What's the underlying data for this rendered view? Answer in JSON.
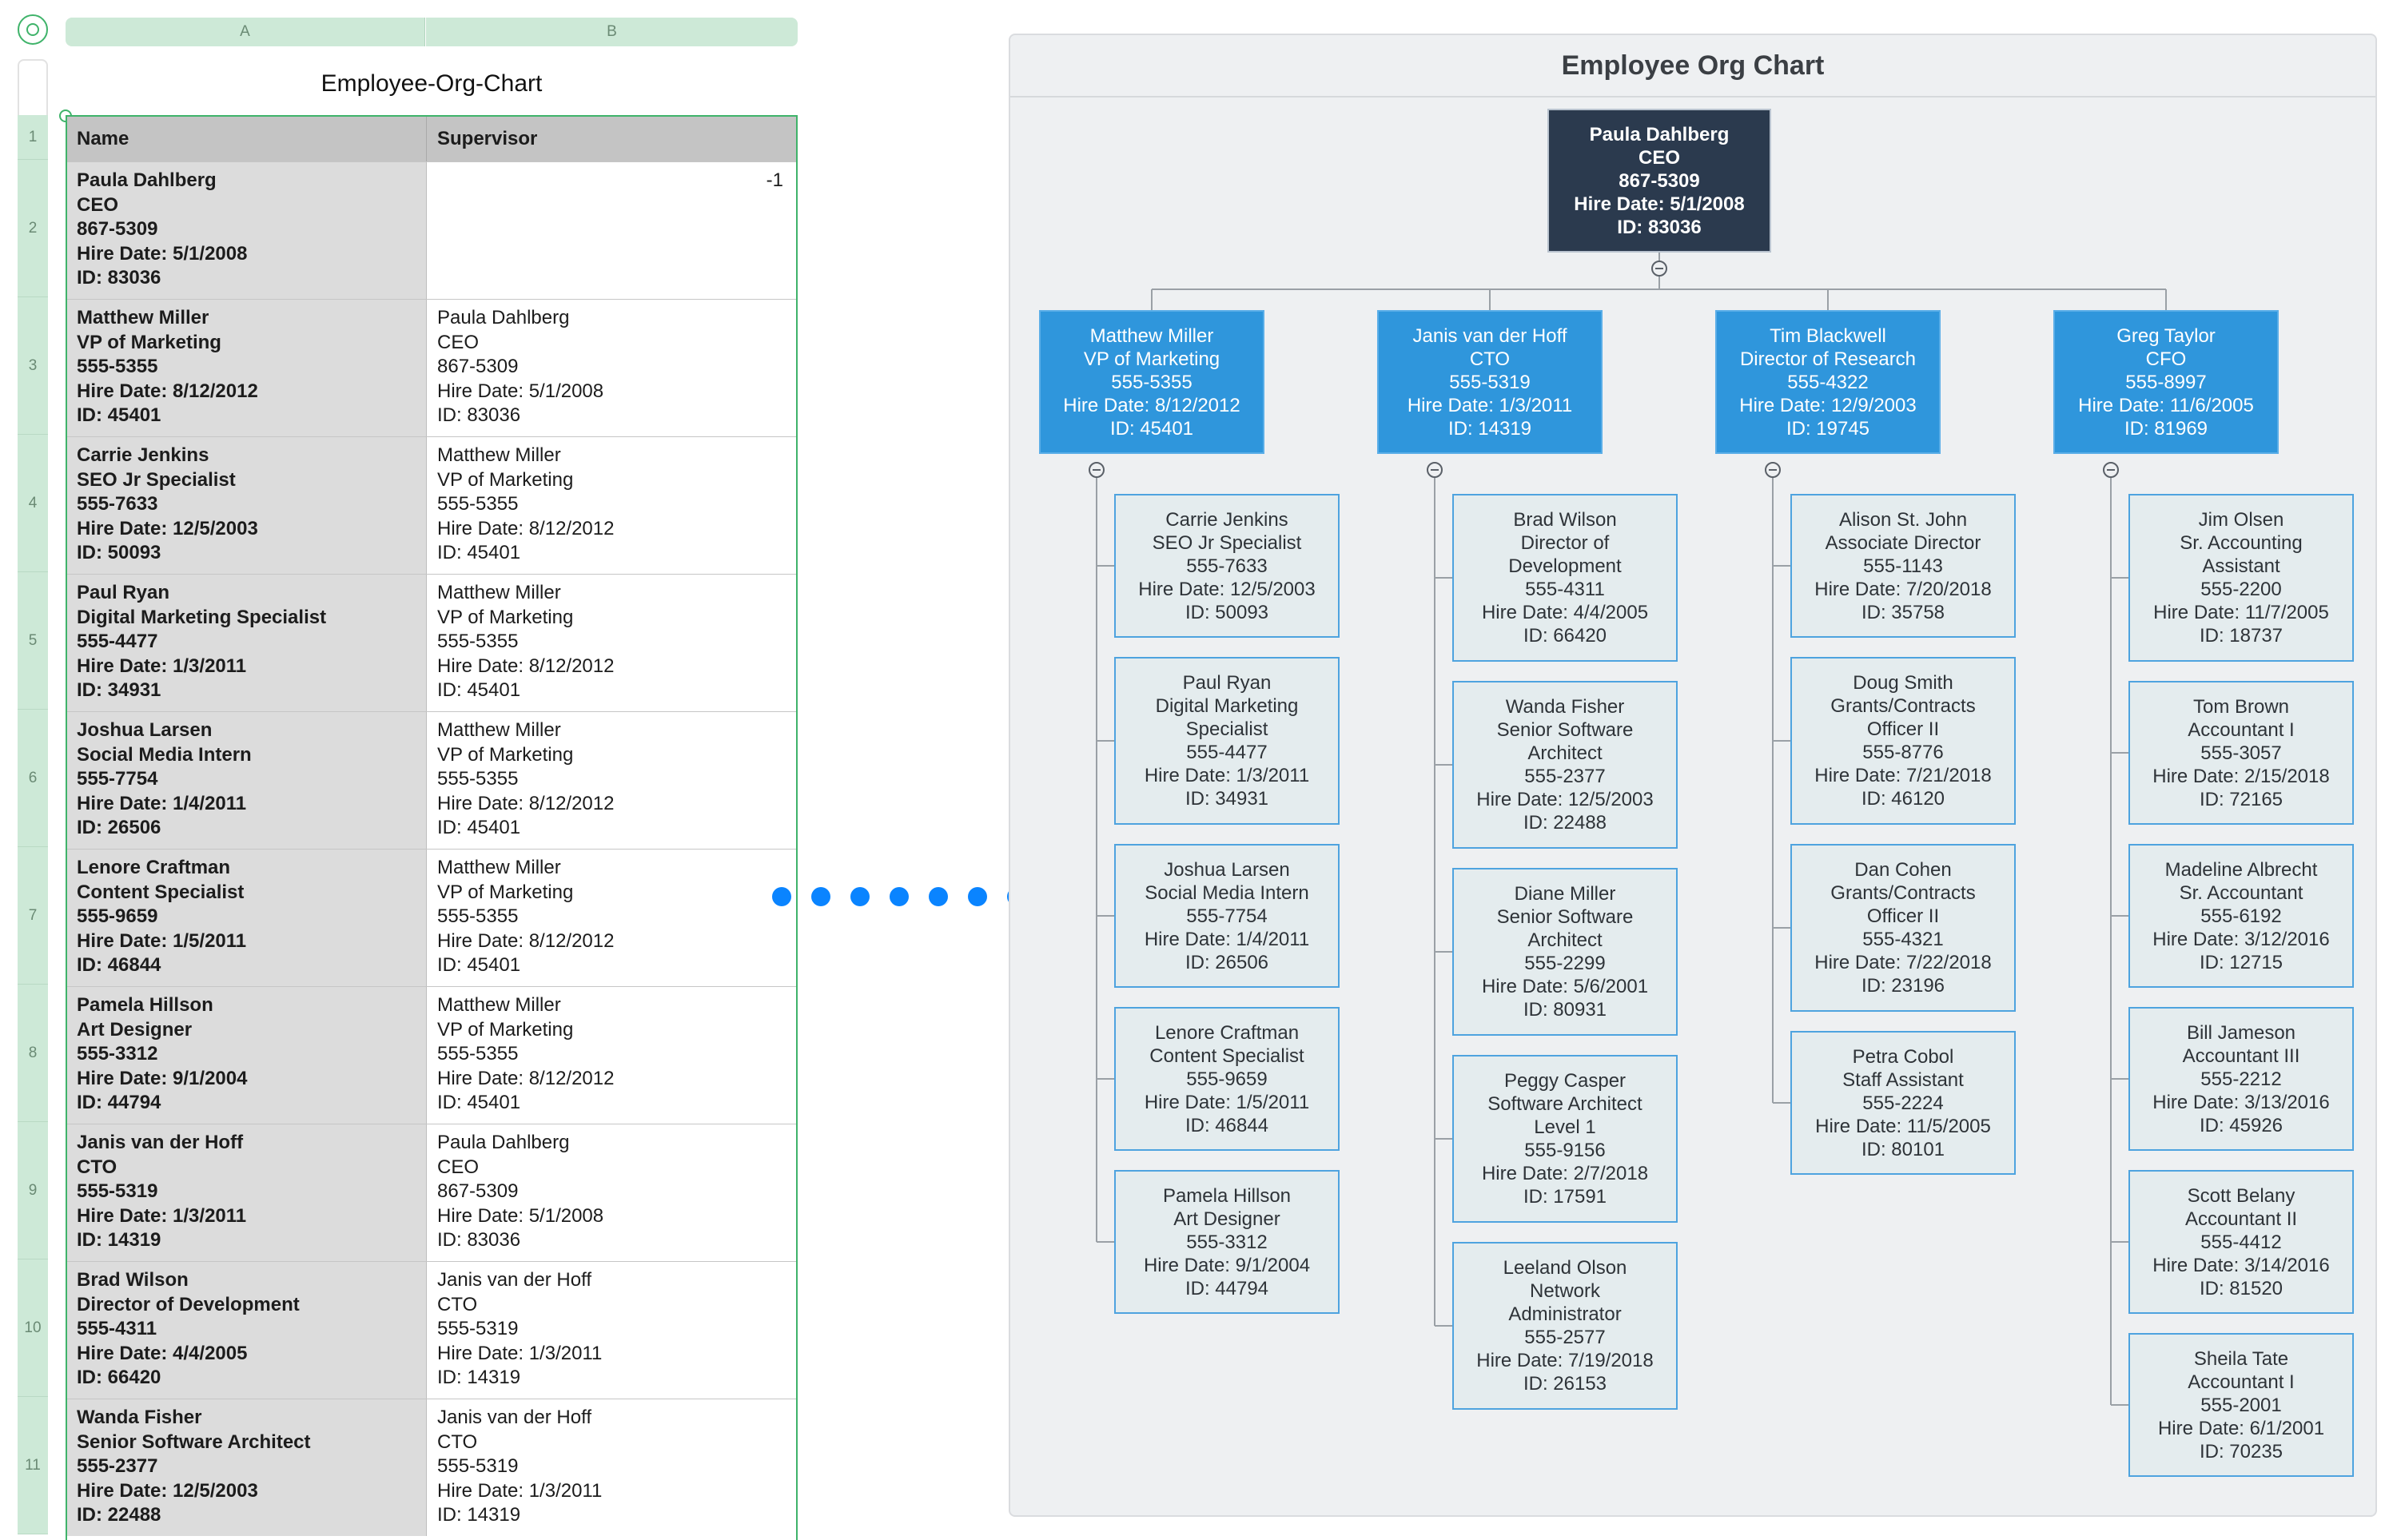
{
  "sheet": {
    "title": "Employee-Org-Chart",
    "column_headers": [
      "A",
      "B"
    ],
    "table_headers": [
      "Name",
      "Supervisor"
    ],
    "row_numbers": [
      "1",
      "2",
      "3",
      "4",
      "5",
      "6",
      "7",
      "8",
      "9",
      "10",
      "11"
    ],
    "rows": [
      {
        "name": [
          "Paula Dahlberg",
          "CEO",
          "867-5309",
          "Hire Date: 5/1/2008",
          "ID: 83036"
        ],
        "supervisor": [
          "-1"
        ]
      },
      {
        "name": [
          "Matthew Miller",
          "VP of Marketing",
          "555-5355",
          "Hire Date: 8/12/2012",
          "ID: 45401"
        ],
        "supervisor": [
          "Paula Dahlberg",
          "CEO",
          "867-5309",
          "Hire Date: 5/1/2008",
          "ID: 83036"
        ]
      },
      {
        "name": [
          "Carrie Jenkins",
          "SEO Jr Specialist",
          "555-7633",
          "Hire Date: 12/5/2003",
          "ID: 50093"
        ],
        "supervisor": [
          "Matthew Miller",
          "VP of Marketing",
          "555-5355",
          "Hire Date: 8/12/2012",
          "ID: 45401"
        ]
      },
      {
        "name": [
          "Paul Ryan",
          "Digital Marketing Specialist",
          "555-4477",
          "Hire Date: 1/3/2011",
          "ID: 34931"
        ],
        "supervisor": [
          "Matthew Miller",
          "VP of Marketing",
          "555-5355",
          "Hire Date: 8/12/2012",
          "ID: 45401"
        ]
      },
      {
        "name": [
          "Joshua Larsen",
          "Social Media Intern",
          "555-7754",
          "Hire Date: 1/4/2011",
          "ID: 26506"
        ],
        "supervisor": [
          "Matthew Miller",
          "VP of Marketing",
          "555-5355",
          "Hire Date: 8/12/2012",
          "ID: 45401"
        ]
      },
      {
        "name": [
          "Lenore Craftman",
          "Content Specialist",
          "555-9659",
          "Hire Date: 1/5/2011",
          "ID: 46844"
        ],
        "supervisor": [
          "Matthew Miller",
          "VP of Marketing",
          "555-5355",
          "Hire Date: 8/12/2012",
          "ID: 45401"
        ]
      },
      {
        "name": [
          "Pamela Hillson",
          "Art Designer",
          "555-3312",
          "Hire Date: 9/1/2004",
          "ID: 44794"
        ],
        "supervisor": [
          "Matthew Miller",
          "VP of Marketing",
          "555-5355",
          "Hire Date: 8/12/2012",
          "ID: 45401"
        ]
      },
      {
        "name": [
          "Janis van der Hoff",
          "CTO",
          "555-5319",
          "Hire Date: 1/3/2011",
          "ID: 14319"
        ],
        "supervisor": [
          "Paula Dahlberg",
          "CEO",
          "867-5309",
          "Hire Date: 5/1/2008",
          "ID: 83036"
        ]
      },
      {
        "name": [
          "Brad Wilson",
          "Director of Development",
          "555-4311",
          "Hire Date: 4/4/2005",
          "ID: 66420"
        ],
        "supervisor": [
          "Janis van der Hoff",
          "CTO",
          "555-5319",
          "Hire Date: 1/3/2011",
          "ID: 14319"
        ]
      },
      {
        "name": [
          "Wanda Fisher",
          "Senior Software Architect",
          "555-2377",
          "Hire Date: 12/5/2003",
          "ID: 22488"
        ],
        "supervisor": [
          "Janis van der Hoff",
          "CTO",
          "555-5319",
          "Hire Date: 1/3/2011",
          "ID: 14319"
        ]
      }
    ]
  },
  "chart": {
    "title": "Employee Org Chart",
    "ceo": [
      "Paula Dahlberg",
      "CEO",
      "867-5309",
      "Hire Date: 5/1/2008",
      "ID: 83036"
    ],
    "branches": [
      {
        "head": [
          "Matthew Miller",
          "VP of Marketing",
          "555-5355",
          "Hire Date: 8/12/2012",
          "ID: 45401"
        ],
        "reports": [
          [
            "Carrie Jenkins",
            "SEO Jr Specialist",
            "555-7633",
            "Hire Date: 12/5/2003",
            "ID: 50093"
          ],
          [
            "Paul Ryan",
            "Digital Marketing",
            "Specialist",
            "555-4477",
            "Hire Date: 1/3/2011",
            "ID: 34931"
          ],
          [
            "Joshua Larsen",
            "Social Media Intern",
            "555-7754",
            "Hire Date: 1/4/2011",
            "ID: 26506"
          ],
          [
            "Lenore Craftman",
            "Content Specialist",
            "555-9659",
            "Hire Date: 1/5/2011",
            "ID: 46844"
          ],
          [
            "Pamela Hillson",
            "Art Designer",
            "555-3312",
            "Hire Date: 9/1/2004",
            "ID: 44794"
          ]
        ]
      },
      {
        "head": [
          "Janis van der Hoff",
          "CTO",
          "555-5319",
          "Hire Date: 1/3/2011",
          "ID: 14319"
        ],
        "reports": [
          [
            "Brad Wilson",
            "Director of",
            "Development",
            "555-4311",
            "Hire Date: 4/4/2005",
            "ID: 66420"
          ],
          [
            "Wanda Fisher",
            "Senior Software",
            "Architect",
            "555-2377",
            "Hire Date: 12/5/2003",
            "ID: 22488"
          ],
          [
            "Diane Miller",
            "Senior Software",
            "Architect",
            "555-2299",
            "Hire Date: 5/6/2001",
            "ID: 80931"
          ],
          [
            "Peggy Casper",
            "Software Architect",
            "Level 1",
            "555-9156",
            "Hire Date: 2/7/2018",
            "ID: 17591"
          ],
          [
            "Leeland Olson",
            "Network",
            "Administrator",
            "555-2577",
            "Hire Date: 7/19/2018",
            "ID: 26153"
          ]
        ]
      },
      {
        "head": [
          "Tim Blackwell",
          "Director of Research",
          "555-4322",
          "Hire Date: 12/9/2003",
          "ID: 19745"
        ],
        "reports": [
          [
            "Alison St. John",
            "Associate Director",
            "555-1143",
            "Hire Date: 7/20/2018",
            "ID: 35758"
          ],
          [
            "Doug Smith",
            "Grants/Contracts",
            "Officer II",
            "555-8776",
            "Hire Date: 7/21/2018",
            "ID: 46120"
          ],
          [
            "Dan Cohen",
            "Grants/Contracts",
            "Officer II",
            "555-4321",
            "Hire Date: 7/22/2018",
            "ID: 23196"
          ],
          [
            "Petra Cobol",
            "Staff Assistant",
            "555-2224",
            "Hire Date: 11/5/2005",
            "ID: 80101"
          ]
        ]
      },
      {
        "head": [
          "Greg Taylor",
          "CFO",
          "555-8997",
          "Hire Date: 11/6/2005",
          "ID: 81969"
        ],
        "reports": [
          [
            "Jim Olsen",
            "Sr. Accounting",
            "Assistant",
            "555-2200",
            "Hire Date: 11/7/2005",
            "ID: 18737"
          ],
          [
            "Tom Brown",
            "Accountant I",
            "555-3057",
            "Hire Date: 2/15/2018",
            "ID: 72165"
          ],
          [
            "Madeline Albrecht",
            "Sr. Accountant",
            "555-6192",
            "Hire Date: 3/12/2016",
            "ID: 12715"
          ],
          [
            "Bill Jameson",
            "Accountant III",
            "555-2212",
            "Hire Date: 3/13/2016",
            "ID: 45926"
          ],
          [
            "Scott Belany",
            "Accountant II",
            "555-4412",
            "Hire Date: 3/14/2016",
            "ID: 81520"
          ],
          [
            "Sheila Tate",
            "Accountant I",
            "555-2001",
            "Hire Date: 6/1/2001",
            "ID: 70235"
          ]
        ]
      }
    ]
  },
  "colors": {
    "ceo_fill": "#2b3a4e",
    "exec_fill": "#2f96dc",
    "staff_fill": "#e4ecee",
    "accent_green": "#3fb36a",
    "connector_blue": "#0a84ff"
  },
  "icons": {
    "select_all": "select-all-circle-icon",
    "collapse": "collapse-minus-icon"
  }
}
